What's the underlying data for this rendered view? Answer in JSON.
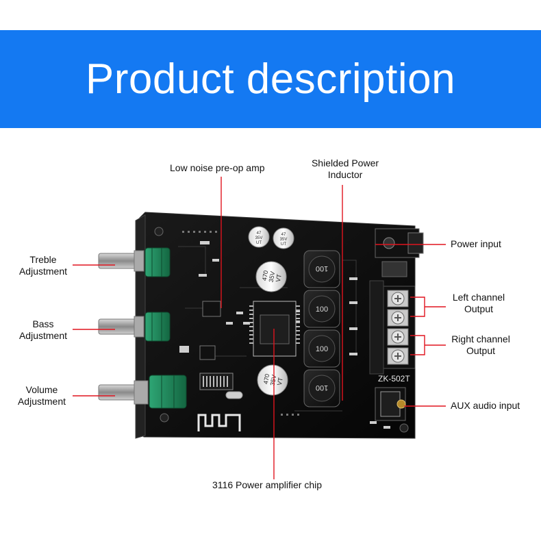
{
  "header": {
    "title": "Product description"
  },
  "labels": {
    "preamp": "Low noise pre-op amp",
    "inductor_line1": "Shielded Power",
    "inductor_line2": "Inductor",
    "power_input": "Power input",
    "treble_line1": "Treble",
    "treble_line2": "Adjustment",
    "bass_line1": "Bass",
    "bass_line2": "Adjustment",
    "volume_line1": "Volume",
    "volume_line2": "Adjustment",
    "left_line1": "Left channel",
    "left_line2": "Output",
    "right_line1": "Right channel",
    "right_line2": "Output",
    "aux": "AUX audio input",
    "chip": "3116 Power amplifier chip"
  },
  "board": {
    "model": "ZK-502T",
    "capacitor_small_text": [
      "47",
      "35V",
      "UT"
    ],
    "capacitor_large_text": [
      "470",
      "35V",
      "VT"
    ],
    "inductor_text": "100"
  },
  "colors": {
    "banner": "#1479f2",
    "leader_line": "#e0141e",
    "pcb": "#0d0d0d",
    "pot": "#1f8a5a"
  }
}
